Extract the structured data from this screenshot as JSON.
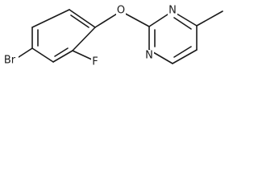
{
  "structure": {
    "atoms": {
      "bromine": "Br",
      "fluorine": "F",
      "ether_oxygen": "O",
      "ring_nitrogen_top": "N",
      "ring_nitrogen_bottom": "N"
    }
  }
}
